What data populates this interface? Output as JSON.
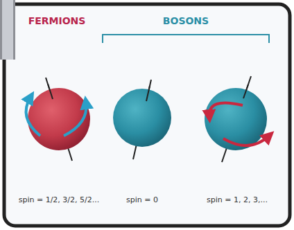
{
  "diagram": {
    "labels": [
      "FERMIONS",
      "BOSONS",
      "spin = 1/2, 3/2, 5/2...",
      "spin = 0",
      "spin = 1, 2, 3,..."
    ]
  }
}
